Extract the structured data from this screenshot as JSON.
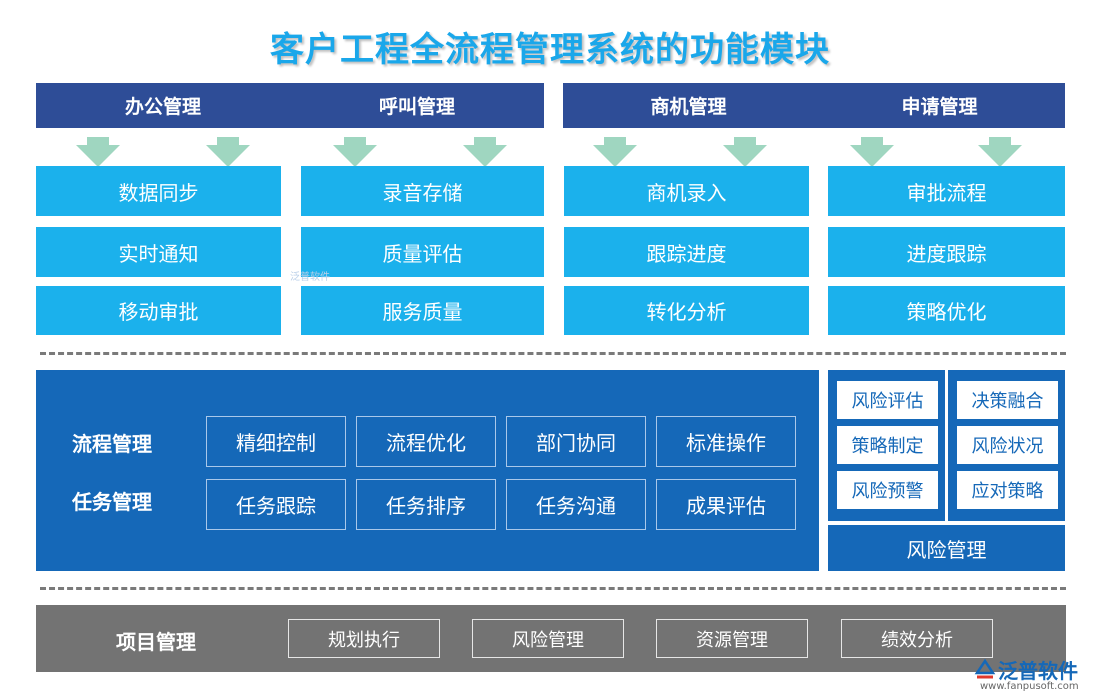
{
  "title": "客户工程全流程管理系统的功能模块",
  "colors": {
    "title": "#1aa7ea",
    "header": "#2e4d97",
    "cyan": "#1bb1ec",
    "blue": "#1568b8",
    "gray": "#737373",
    "arrow": "#9fd6c0"
  },
  "top_headers": [
    "办公管理",
    "呼叫管理",
    "商机管理",
    "申请管理"
  ],
  "columns": [
    [
      "数据同步",
      "实时通知",
      "移动审批"
    ],
    [
      "录音存储",
      "质量评估",
      "服务质量"
    ],
    [
      "商机录入",
      "跟踪进度",
      "转化分析"
    ],
    [
      "审批流程",
      "进度跟踪",
      "策略优化"
    ]
  ],
  "process": {
    "label": "流程管理",
    "items": [
      "精细控制",
      "流程优化",
      "部门协同",
      "标准操作"
    ]
  },
  "task": {
    "label": "任务管理",
    "items": [
      "任务跟踪",
      "任务排序",
      "任务沟通",
      "成果评估"
    ]
  },
  "risk": {
    "left": [
      "风险评估",
      "策略制定",
      "风险预警"
    ],
    "right": [
      "决策融合",
      "风险状况",
      "应对策略"
    ],
    "title": "风险管理"
  },
  "project": {
    "label": "项目管理",
    "items": [
      "规划执行",
      "风险管理",
      "资源管理",
      "绩效分析"
    ]
  },
  "logo": {
    "name": "泛普软件",
    "url": "www.fanpusoft.com",
    "icon": "fanpu-logo-icon"
  },
  "watermark": "泛普软件"
}
